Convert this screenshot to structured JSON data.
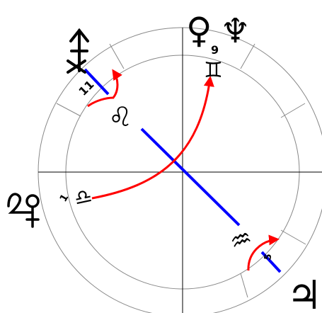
{
  "chart": {
    "type": "astrology-wheel",
    "colors": {
      "ring": "#888888",
      "axis": "#000000",
      "opposition_line": "#0000ff",
      "aspect_arrow": "#ff0000",
      "glyph": "#000000"
    },
    "house_numbers": [
      "11",
      "9",
      "1",
      "5"
    ],
    "sign_glyphs": {
      "leo": "♌",
      "gemini": "♊",
      "libra": "♎",
      "aquarius": "♒"
    },
    "planet_glyphs": {
      "venus": "♀",
      "neptune": "♆",
      "jupiter": "♃"
    },
    "icons": {
      "venus_conjunct_neptune": "venus-neptune-glyph-icon",
      "uranus": "uranus-glyph-icon",
      "jupiter_venus_combined": "jupiter-venus-glyph-icon"
    }
  }
}
